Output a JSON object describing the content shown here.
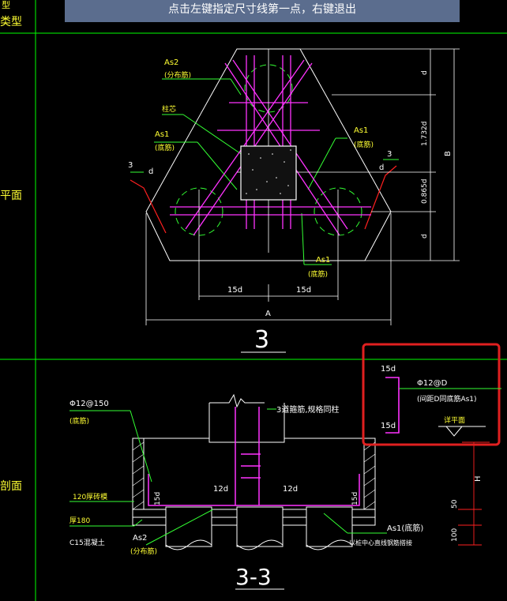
{
  "command_prompt": "点击左键指定尺寸线第一点，右键退出",
  "frame": {
    "left_labels": {
      "type_partial": "类型",
      "top_partial": "型",
      "plan": "平面",
      "section": "剖面"
    }
  },
  "plan_view": {
    "title": "3",
    "labels": {
      "as2": "As2",
      "as2_note": "(分布筋)",
      "column": "柱芯",
      "as1_left": "As1",
      "as1_left_note": "(底筋)",
      "as1_right": "As1",
      "as1_right_note": "(底筋)",
      "as1_bottom": "As1",
      "as1_bottom_note": "(底筋)",
      "mark_left": "3",
      "mark_right": "3",
      "d_left": "d",
      "d_right": "d"
    },
    "dims": {
      "bottom_left": "15d",
      "bottom_right": "15d",
      "overall": "A",
      "right_top": "d",
      "right_mid1": "1.732d",
      "right_mid2": "0.865d",
      "right_bottom": "d",
      "right_total": "B"
    }
  },
  "section_view": {
    "title": "3-3",
    "labels": {
      "phi150": "Φ12@150",
      "phi150_note": "(底筋)",
      "stirrups": "3道箍筋,规格同柱",
      "wall": "120厚砖模",
      "cushion_thk": "厚180",
      "concrete": "C15混凝土",
      "as2": "As2",
      "as2_note": "(分布筋)",
      "twelve_d_left": "12d",
      "twelve_d_right": "12d",
      "fifteen_d_left": "15d",
      "fifteen_d_right": "15d",
      "as1": "As1(底筋)",
      "pile_note": "以桩中心直线钢筋搭接",
      "h": "H",
      "fifty": "50",
      "hundred": "100"
    },
    "callout": {
      "top_15d": "15d",
      "phi_d": "Φ12@D",
      "phi_d_note": "(间距D同底筋As1)",
      "bottom_15d": "15d",
      "ground": "详平面"
    }
  },
  "colors": {
    "frame_green": "#00ff00",
    "white": "#ffffff",
    "magenta": "#ff33ff",
    "red": "#ff2020",
    "callout_red": "#e02020",
    "yellow": "#ffff33",
    "cyan_green": "#33ff33"
  }
}
